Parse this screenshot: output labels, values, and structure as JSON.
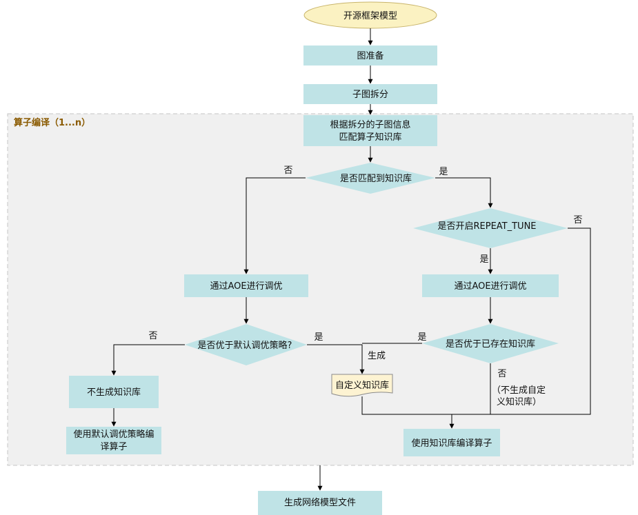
{
  "colors": {
    "process_fill": "#bfe3e6",
    "start_fill": "#fbf2c2",
    "start_stroke": "#c8b46a",
    "doc_fill": "#fdf3d2",
    "group_fill": "#f0f0f0",
    "group_stroke": "#c4c4c4",
    "line": "#000000"
  },
  "group": {
    "title": "算子编译（1...n）"
  },
  "nodes": {
    "start": "开源框架模型",
    "prepare_graph": "图准备",
    "split_graph": "子图拆分",
    "match_kb": [
      "根据拆分的子图信息",
      "匹配算子知识库"
    ],
    "is_matched": "是否匹配到知识库",
    "repeat_tune": "是否开启REPEAT_TUNE",
    "aoe_tune_left": "通过AOE进行调优",
    "aoe_tune_right": "通过AOE进行调优",
    "better_than_default": "是否优于默认调优策略?",
    "better_than_existing": "是否优于已存在知识库",
    "no_kb": "不生成知识库",
    "use_default": [
      "使用默认调优策略编",
      "译算子"
    ],
    "custom_kb": "自定义知识库",
    "use_kb": "使用知识库编译算子",
    "output": "生成网络模型文件"
  },
  "edge_labels": {
    "matched_no": "否",
    "matched_yes": "是",
    "repeat_no": "否",
    "repeat_yes": "是",
    "default_no": "否",
    "default_yes": "是",
    "generate": "生成",
    "existing_yes": "是",
    "existing_no": "否",
    "existing_no_note": [
      "（不生成自定",
      "义知识库）"
    ]
  }
}
